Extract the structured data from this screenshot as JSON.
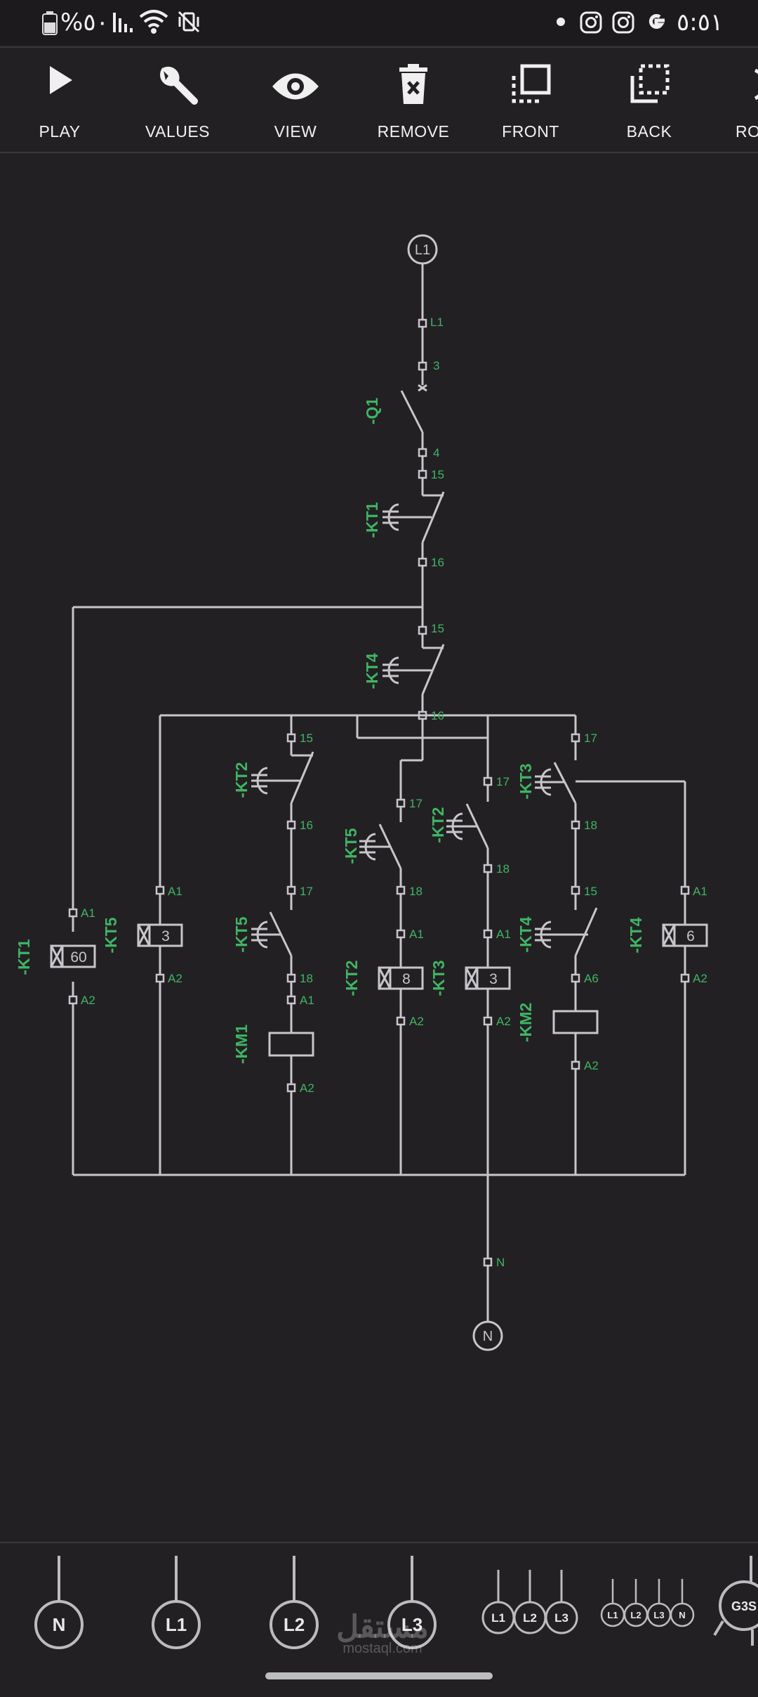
{
  "status": {
    "battery": "%٥٠",
    "time": "٥:٥١",
    "icons": [
      "battery-icon",
      "signal-icon",
      "wifi-icon",
      "vibrate-mute-icon",
      "notification-dot-icon",
      "instagram-icon",
      "instagram-icon",
      "google-icon"
    ]
  },
  "toolbar": {
    "play": "PLAY",
    "values": "VALUES",
    "view": "VIEW",
    "remove": "REMOVE",
    "front": "FRONT",
    "back": "BACK",
    "rotate": "RO"
  },
  "colors": {
    "background": "#232024",
    "wire": "#c8c6ca",
    "label": "#3fb563"
  },
  "diagram": {
    "supply_top": "L1",
    "supply_bottom": "N",
    "labels": {
      "q1": "-Q1",
      "kt1_contact": "-KT1",
      "kt4_contact": "-KT4",
      "kt2_contact_a": "-KT2",
      "kt5_contact_a": "-KT5",
      "kt2_contact_b": "-KT2",
      "kt3_contact": "-KT3",
      "kt4_contact_b": "-KT4",
      "kt1_coil": "-KT1",
      "kt5_coil": "-KT5",
      "km1_coil": "-KM1",
      "kt2_coil": "-KT2",
      "kt3_coil": "-KT3",
      "km2_coil": "-KM2",
      "kt4_coil": "-KT4"
    },
    "timer_values": {
      "kt1": "60",
      "kt5": "3",
      "kt2": "8",
      "kt3": "3",
      "kt4": "6"
    },
    "terminals": {
      "l1": "L1",
      "t3": "3",
      "t4": "4",
      "t15": "15",
      "t16": "16",
      "t17": "17",
      "t18": "18",
      "a1": "A1",
      "a2": "A2",
      "n": "N",
      "overlap": "A6"
    }
  },
  "palette": {
    "items": [
      "N",
      "L1",
      "L2",
      "L3"
    ],
    "three_phase": [
      "L1",
      "L2",
      "L3"
    ],
    "four_wire": [
      "L1",
      "L2",
      "L3",
      "N"
    ],
    "partial": "G3S"
  },
  "watermark": {
    "arabic": "مستقل",
    "latin": "mostaql.com"
  }
}
